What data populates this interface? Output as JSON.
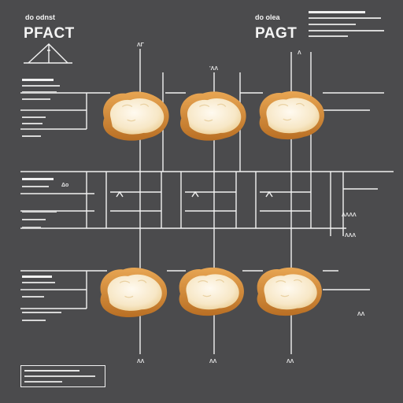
{
  "canvas": {
    "background": "#4b4b4d",
    "line_color": "#f2f2f2"
  },
  "titles": {
    "left": {
      "small": "do odnst",
      "big": "PFACT"
    },
    "right": {
      "small": "do olea",
      "big": "PAGT"
    }
  },
  "legend_box_text": "",
  "marks": {
    "axis_left": "ΛΓ",
    "axis_right": "Λ",
    "axis_mid": "ʹΛΛ",
    "mid_left": "Δo",
    "bottom_1": "ΛΛ",
    "bottom_2": "ΛΛ",
    "bottom_3": "ΛΛ",
    "right_mid": "ΛΛΛΛ",
    "right_low": "ΛΛΛ",
    "right_end": "ΛΛ"
  },
  "items": {
    "bread": {
      "icon": "bread-roll-icon",
      "count_top_row": 3,
      "count_bottom_row": 3,
      "crust": "#d99a4a",
      "crumb": "#fbf0dc"
    }
  }
}
